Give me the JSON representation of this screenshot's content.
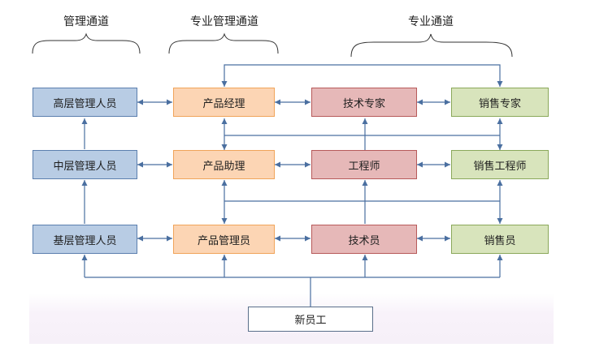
{
  "headings": {
    "management": "管理通道",
    "professional_management": "专业管理通道",
    "professional": "专业通道"
  },
  "nodes": {
    "senior_manager": "高层管理人员",
    "middle_manager": "中层管理人员",
    "junior_manager": "基层管理人员",
    "product_manager": "产品经理",
    "product_assistant": "产品助理",
    "product_admin": "产品管理员",
    "tech_expert": "技术专家",
    "engineer": "工程师",
    "technician": "技术员",
    "sales_expert": "销售专家",
    "sales_engineer": "销售工程师",
    "salesperson": "销售员",
    "new_employee": "新员工"
  },
  "colors": {
    "management_fill": "#b8cce4",
    "product_fill": "#fcd5b4",
    "technical_fill": "#e6b8b8",
    "sales_fill": "#d8e4bc",
    "connector": "#4a6fa0"
  }
}
